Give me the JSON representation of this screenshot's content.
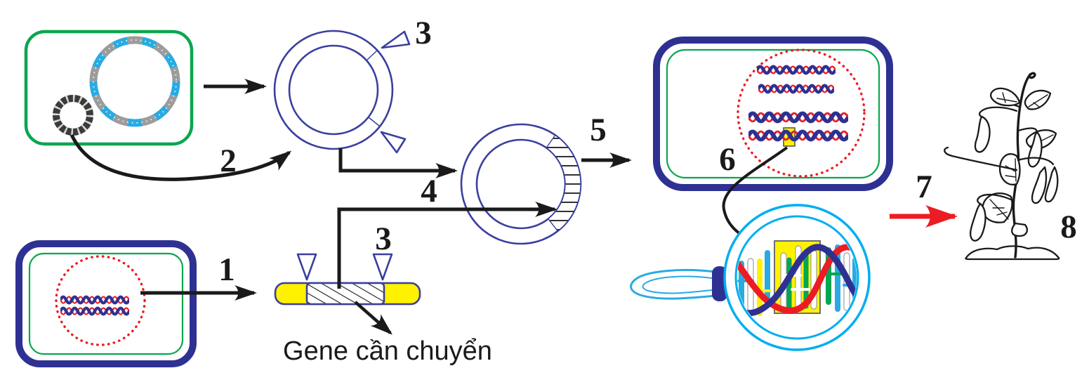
{
  "figure": {
    "caption": "Gene cần chuyển",
    "steps": {
      "s1": "1",
      "s2": "2",
      "s3_plasmid": "3",
      "s3_gene": "3",
      "s4": "4",
      "s5": "5",
      "s6": "6",
      "s7": "7",
      "s8": "8"
    },
    "colors": {
      "membrane_navy": "#2E3192",
      "inner_green": "#0BA64F",
      "nucleus_dot_red": "#ED1C24",
      "plasmid_ring_blue": "#3A3F9E",
      "gene_yellow": "#FFF200",
      "chromosome_blue": "#29ABE2",
      "chromosome_gray": "#9C9C9C",
      "lens_cyan": "#00AEEF",
      "dna_red": "#ED1C24",
      "dna_navy": "#2E3192",
      "base_green": "#00A651",
      "arrow_black": "#1A1A1A",
      "arrow_red": "#ED1C24"
    }
  }
}
